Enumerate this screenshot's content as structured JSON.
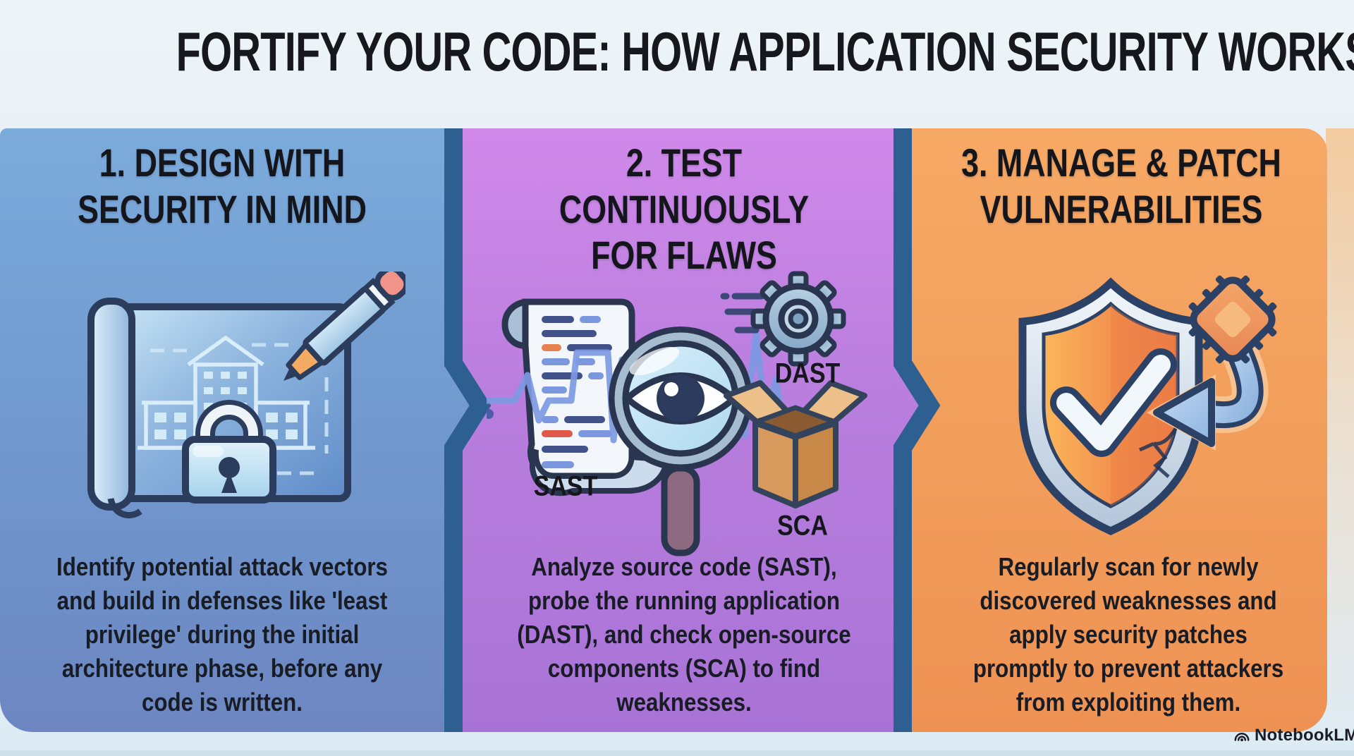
{
  "title": "FORTIFY YOUR CODE: HOW APPLICATION SECURITY WORKS",
  "panels": [
    {
      "heading": "1. DESIGN WITH\nSECURITY IN MIND",
      "body": "Identify potential attack vectors\nand build in defenses like 'least\nprivilege' during the initial\narchitecture phase, before any\ncode is written.",
      "icon": "blueprint-lock-pencil-icon",
      "accent": "#7babdb"
    },
    {
      "heading": "2. TEST CONTINUOUSLY\nFOR FLAWS",
      "body": "Analyze source code (SAST),\nprobe the running application\n(DAST), and check open-source\ncomponents (SCA) to find\nweaknesses.",
      "labels": {
        "sast": "SAST",
        "dast": "DAST",
        "sca": "SCA"
      },
      "icon": "code-scan-magnifier-icon",
      "accent": "#c583e6"
    },
    {
      "heading": "3. MANAGE & PATCH\nVULNERABILITIES",
      "body": "Regularly scan for newly\ndiscovered weaknesses and\napply security patches\npromptly to prevent attackers\nfrom exploiting them.",
      "icon": "shield-patch-icon",
      "accent": "#f2a25c"
    }
  ],
  "watermark": {
    "label": "NotebookLM"
  },
  "colors": {
    "divider": "#2d6090",
    "background_top": "#eef5f9",
    "background_bottom": "#dcebf4",
    "text": "#181c24"
  }
}
